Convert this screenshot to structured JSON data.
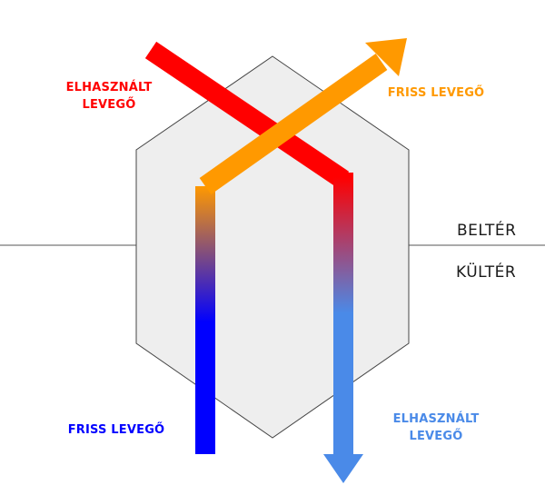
{
  "colors": {
    "exhaust_warm": "#ff0000",
    "exhaust_cool": "#4a8ae8",
    "fresh_cold": "#0000ff",
    "fresh_warm": "#ff9900",
    "exchanger_fill": "#eeeeee",
    "exchanger_stroke": "#444444",
    "divider": "#555555"
  },
  "labels": {
    "exhaust_in": [
      "ELHASZNÁLT",
      "LEVEGŐ"
    ],
    "fresh_out": "FRISS LEVEGŐ",
    "fresh_in": "FRISS LEVEGŐ",
    "exhaust_out": [
      "ELHASZNÁLT",
      "LEVEGŐ"
    ],
    "indoor": "BELTÉR",
    "outdoor": "KÜLTÉR"
  }
}
